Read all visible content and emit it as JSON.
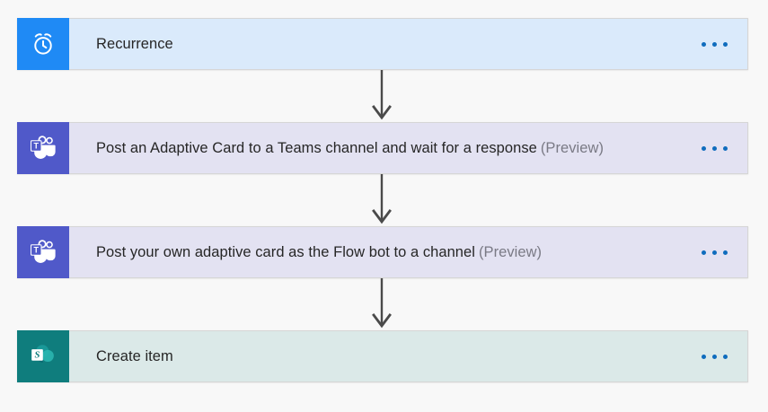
{
  "canvas": {
    "background": "#f8f8f8",
    "connector_color": "#4a4a4a"
  },
  "flow": {
    "nodes": [
      {
        "id": "recurrence",
        "title": "Recurrence",
        "preview": "",
        "icon": "alarm-clock-icon",
        "icon_bg": "#1f8af5",
        "body_bg": "#daeafb",
        "menu_label": "..."
      },
      {
        "id": "post-adaptive-card-wait",
        "title": "Post an Adaptive Card to a Teams channel and wait for a response",
        "preview": "(Preview)",
        "icon": "microsoft-teams-icon",
        "icon_bg": "#5059c9",
        "body_bg": "#e3e2f2",
        "menu_label": "..."
      },
      {
        "id": "post-own-adaptive-card",
        "title": "Post your own adaptive card as the Flow bot to a channel",
        "preview": "(Preview)",
        "icon": "microsoft-teams-icon",
        "icon_bg": "#5059c9",
        "body_bg": "#e3e2f2",
        "menu_label": "..."
      },
      {
        "id": "create-item",
        "title": "Create item",
        "preview": "",
        "icon": "sharepoint-icon",
        "icon_bg": "#0f7d7d",
        "body_bg": "#dbe9e8",
        "menu_label": "..."
      }
    ],
    "connectors": [
      {
        "from": "recurrence",
        "to": "post-adaptive-card-wait",
        "icon": "arrow-down-icon"
      },
      {
        "from": "post-adaptive-card-wait",
        "to": "post-own-adaptive-card",
        "icon": "arrow-down-icon"
      },
      {
        "from": "post-own-adaptive-card",
        "to": "create-item",
        "icon": "arrow-down-icon"
      }
    ]
  }
}
